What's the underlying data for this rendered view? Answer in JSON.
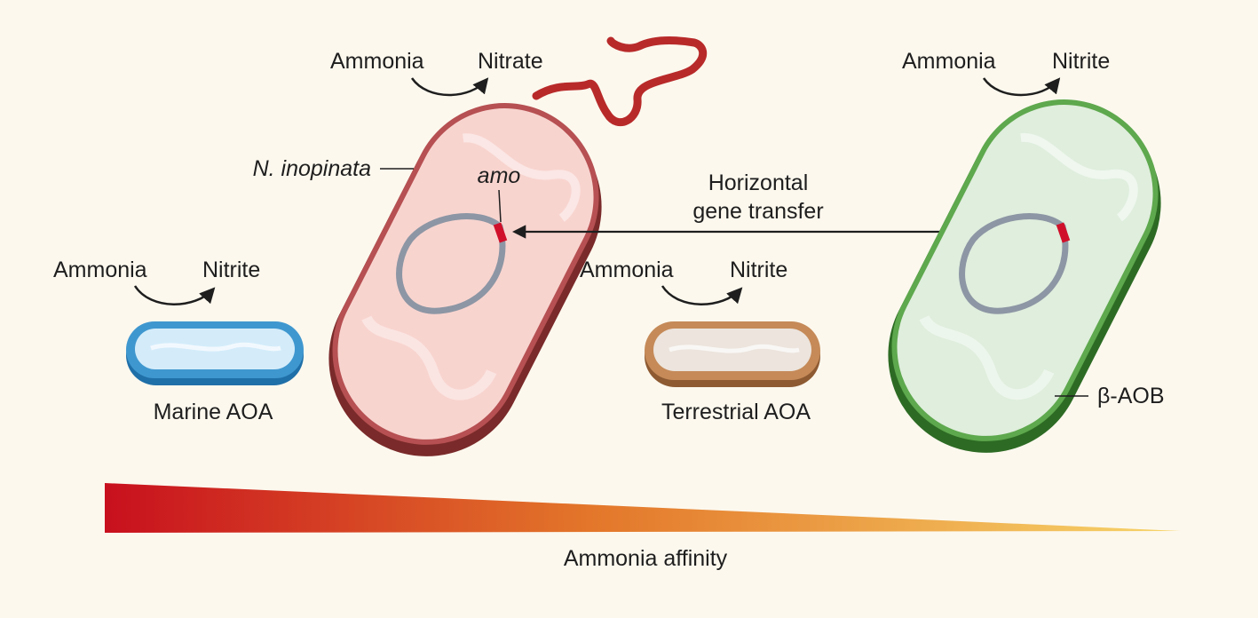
{
  "organisms": {
    "marine_aoa": {
      "name": "Marine AOA",
      "reaction": {
        "substrate": "Ammonia",
        "product": "Nitrite"
      },
      "colors": {
        "body": "#d4ecfa",
        "rim": "#3f97cf",
        "edge": "#1f6fa8"
      }
    },
    "n_inopinata": {
      "name": "N. inopinata",
      "gene": "amo",
      "reaction": {
        "substrate": "Ammonia",
        "product": "Nitrate"
      },
      "colors": {
        "body": "#f8d4cf",
        "rim": "#b65052",
        "edge": "#7a2a2a",
        "flagellum": "#b82a2a"
      }
    },
    "terrestrial_aoa": {
      "name": "Terrestrial AOA",
      "reaction": {
        "substrate": "Ammonia",
        "product": "Nitrite"
      },
      "colors": {
        "body": "#ece4dd",
        "rim": "#c58a58",
        "edge": "#8d5a32"
      }
    },
    "beta_aob": {
      "name": "β-AOB",
      "reaction": {
        "substrate": "Ammonia",
        "product": "Nitrite"
      },
      "colors": {
        "body": "#dfeedd",
        "rim": "#5ea84d",
        "edge": "#2d6b24"
      }
    }
  },
  "transfer": {
    "line1": "Horizontal",
    "line2": "gene transfer"
  },
  "gradient": {
    "label": "Ammonia affinity",
    "color_high": "#c8101e",
    "color_mid": "#e3762a",
    "color_low": "#f7d56a",
    "direction": "decreasing left to right"
  },
  "plasmid": {
    "ring_color": "#8d96a4",
    "gene_color": "#d0102a"
  },
  "background": "#fcf8ee"
}
